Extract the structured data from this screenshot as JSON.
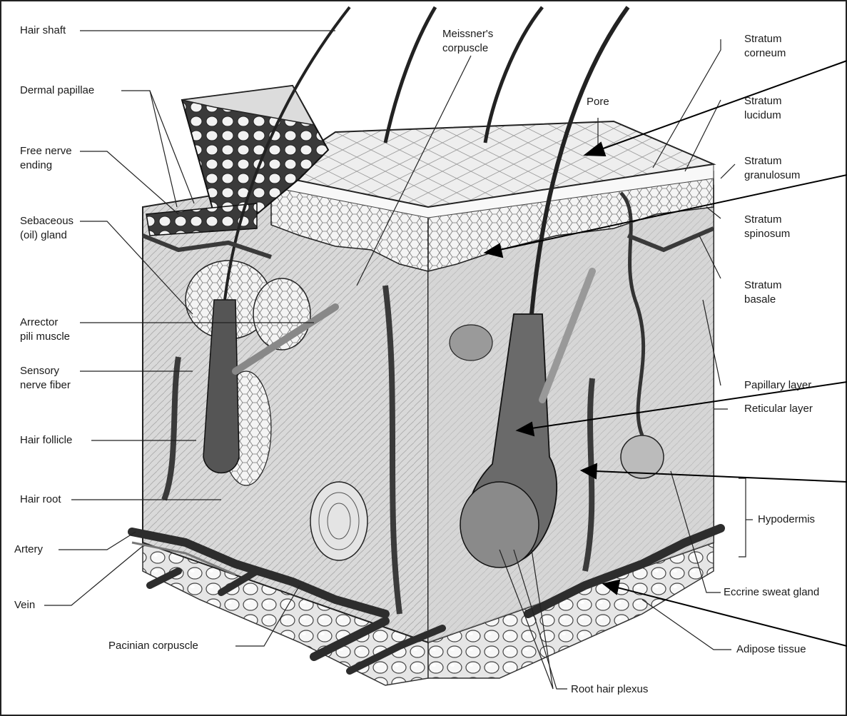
{
  "labels": {
    "hair_shaft": "Hair shaft",
    "meissners_corpuscle": "Meissner's\ncorpuscle",
    "dermal_papillae": "Dermal papillae",
    "free_nerve_ending": "Free nerve\nending",
    "sebaceous_gland": "Sebaceous\n(oil) gland",
    "arrector_pili": "Arrector\npili muscle",
    "sensory_nerve_fiber": "Sensory\nnerve fiber",
    "hair_follicle": "Hair follicle",
    "hair_root": "Hair root",
    "artery": "Artery",
    "vein": "Vein",
    "pacinian_corpuscle": "Pacinian corpuscle",
    "pore": "Pore",
    "stratum_corneum": "Stratum\ncorneum",
    "stratum_lucidum": "Stratum\nlucidum",
    "stratum_granulosum": "Stratum\ngranulosum",
    "stratum_spinosum": "Stratum\nspinosum",
    "stratum_basale": "Stratum\nbasale",
    "papillary_layer": "Papillary layer",
    "reticular_layer": "Reticular layer",
    "hypodermis": "Hypodermis",
    "eccrine_sweat_gland": "Eccrine sweat gland",
    "adipose_tissue": "Adipose tissue",
    "root_hair_plexus": "Root hair plexus"
  },
  "colors": {
    "ink": "#1a1a1a",
    "skin_shade": "#cfcfcf",
    "vessel": "#3a3a3a"
  }
}
